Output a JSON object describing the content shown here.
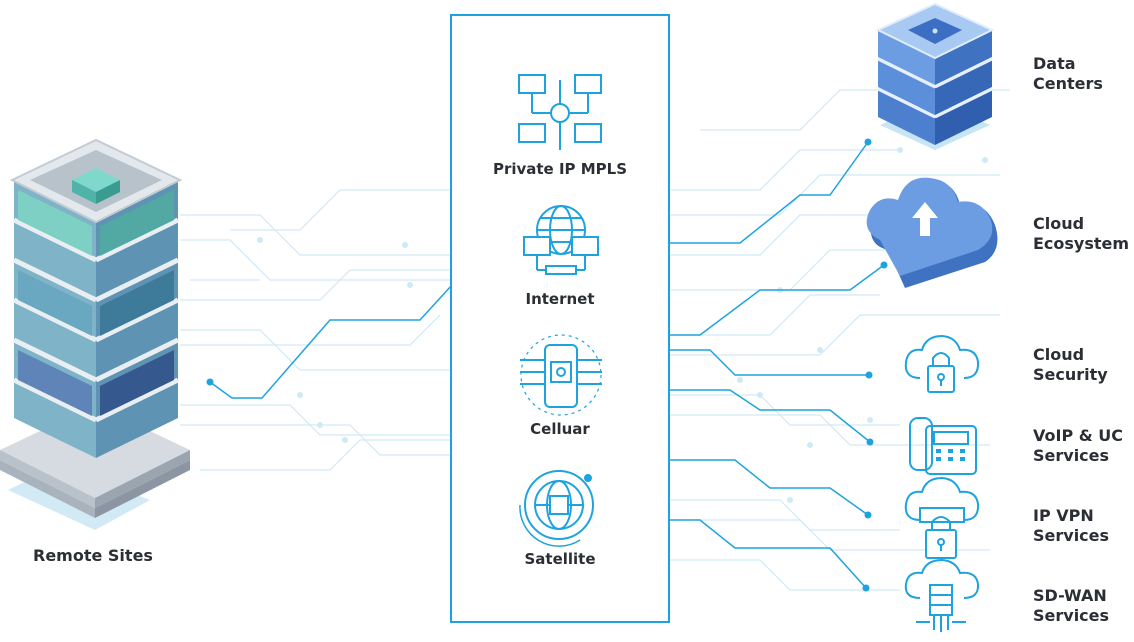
{
  "left": {
    "label": "Remote Sites"
  },
  "center": {
    "items": [
      {
        "label": "Private IP MPLS",
        "icon": "network-diagram-icon"
      },
      {
        "label": "Internet",
        "icon": "globe-network-icon"
      },
      {
        "label": "Celluar",
        "icon": "mobile-chip-icon"
      },
      {
        "label": "Satellite",
        "icon": "satellite-globe-icon"
      }
    ]
  },
  "right": {
    "items": [
      {
        "line1": "Data",
        "line2": "Centers",
        "icon": "server-stack-icon"
      },
      {
        "line1": "Cloud",
        "line2": "Ecosystem",
        "icon": "cloud-upload-icon"
      },
      {
        "line1": "Cloud",
        "line2": "Security",
        "icon": "cloud-lock-icon"
      },
      {
        "line1": "VoIP & UC",
        "line2": "Services",
        "icon": "desk-phone-icon"
      },
      {
        "line1": "IP VPN",
        "line2": "Services",
        "icon": "cloud-vpn-lock-icon"
      },
      {
        "line1": "SD-WAN",
        "line2": "Services",
        "icon": "cloud-sdwan-icon"
      }
    ]
  },
  "colors": {
    "accent": "#1fa3de",
    "line": "#bfe4f5",
    "text": "#2b2f35"
  }
}
